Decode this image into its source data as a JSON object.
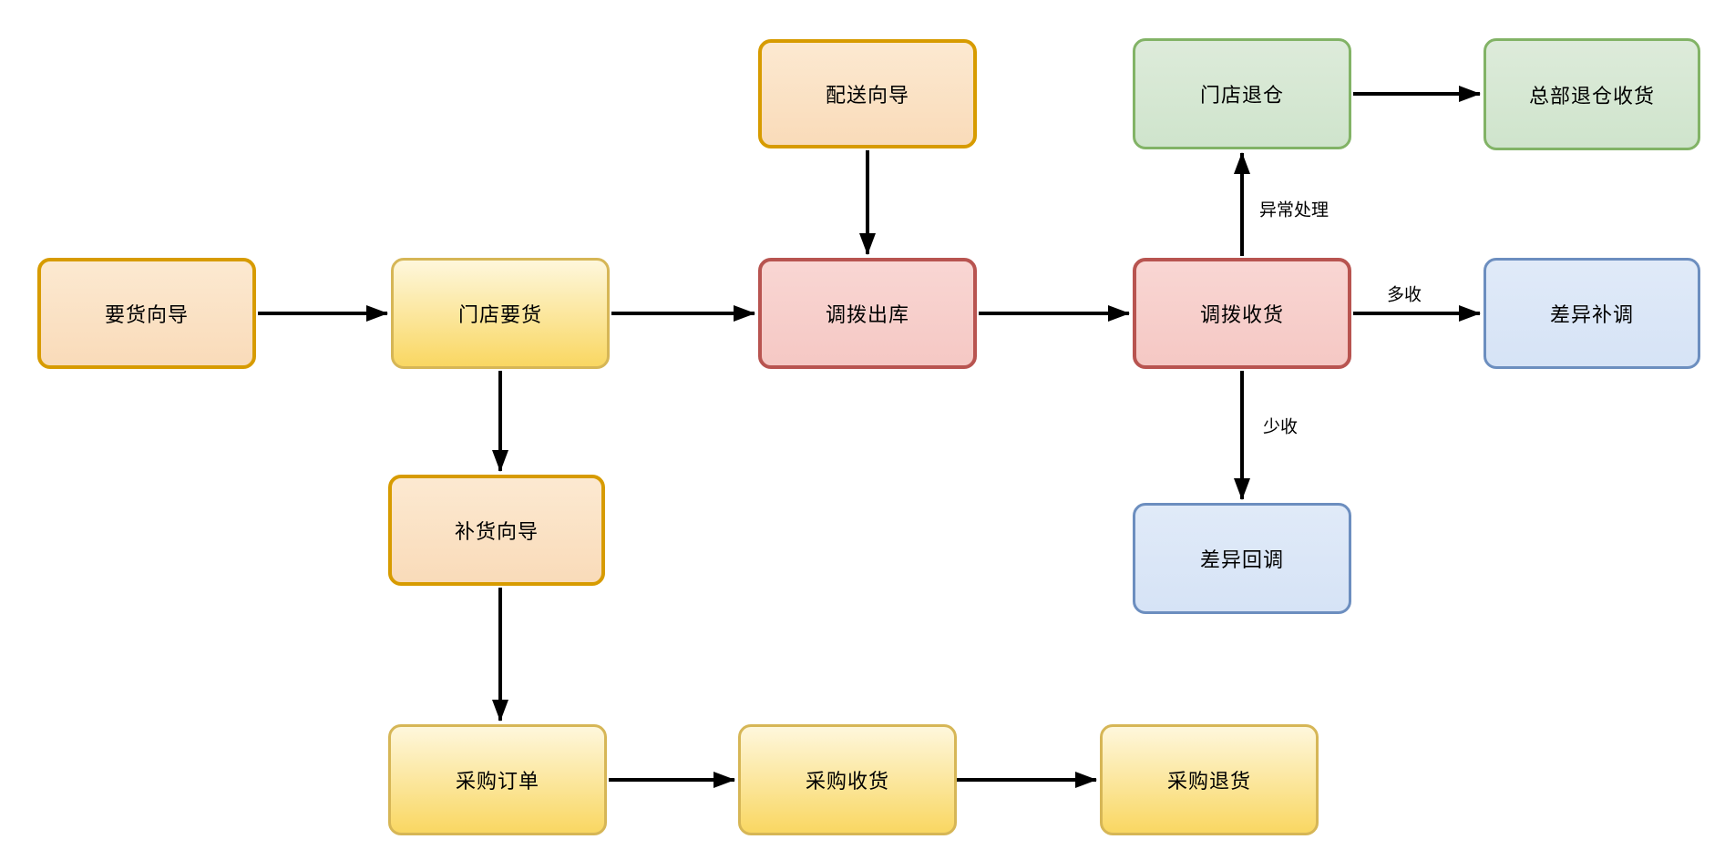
{
  "diagram": {
    "nodes": [
      {
        "id": "request-wizard",
        "label": "要货向导",
        "color": "orange"
      },
      {
        "id": "store-request",
        "label": "门店要货",
        "color": "yellow"
      },
      {
        "id": "delivery-wizard",
        "label": "配送向导",
        "color": "orange"
      },
      {
        "id": "transfer-outbound",
        "label": "调拨出库",
        "color": "red"
      },
      {
        "id": "store-return",
        "label": "门店退仓",
        "color": "green"
      },
      {
        "id": "hq-return-receipt",
        "label": "总部退仓收货",
        "color": "green"
      },
      {
        "id": "transfer-receipt",
        "label": "调拨收货",
        "color": "red"
      },
      {
        "id": "diff-supplement",
        "label": "差异补调",
        "color": "blue"
      },
      {
        "id": "replenish-wizard",
        "label": "补货向导",
        "color": "orange"
      },
      {
        "id": "diff-callback",
        "label": "差异回调",
        "color": "blue"
      },
      {
        "id": "purchase-order",
        "label": "采购订单",
        "color": "yellow"
      },
      {
        "id": "purchase-receipt",
        "label": "采购收货",
        "color": "yellow"
      },
      {
        "id": "purchase-return",
        "label": "采购退货",
        "color": "yellow"
      }
    ],
    "edges": [
      {
        "from": "request-wizard",
        "to": "store-request",
        "label": ""
      },
      {
        "from": "store-request",
        "to": "transfer-outbound",
        "label": ""
      },
      {
        "from": "transfer-outbound",
        "to": "transfer-receipt",
        "label": ""
      },
      {
        "from": "transfer-receipt",
        "to": "diff-supplement",
        "label": "多收"
      },
      {
        "from": "store-return",
        "to": "hq-return-receipt",
        "label": ""
      },
      {
        "from": "delivery-wizard",
        "to": "transfer-outbound",
        "label": ""
      },
      {
        "from": "store-request",
        "to": "replenish-wizard",
        "label": ""
      },
      {
        "from": "replenish-wizard",
        "to": "purchase-order",
        "label": ""
      },
      {
        "from": "transfer-receipt",
        "to": "store-return",
        "label": "异常处理"
      },
      {
        "from": "transfer-receipt",
        "to": "diff-callback",
        "label": "少收"
      },
      {
        "from": "purchase-order",
        "to": "purchase-receipt",
        "label": ""
      },
      {
        "from": "purchase-receipt",
        "to": "purchase-return",
        "label": ""
      }
    ],
    "colors": {
      "orange_border": "#D79B00",
      "orange_fill": "#FBE2C5",
      "yellow_border": "#D6B656",
      "yellow_fill_top": "#FEF7DC",
      "yellow_fill_bottom": "#F9D762",
      "red_border": "#B85450",
      "red_fill": "#F8CECC",
      "green_border": "#82B366",
      "green_fill": "#D5E8D4",
      "blue_border": "#6C8EBF",
      "blue_fill": "#DAE8FC",
      "arrow": "#000000",
      "background": "#FFFFFF"
    }
  }
}
